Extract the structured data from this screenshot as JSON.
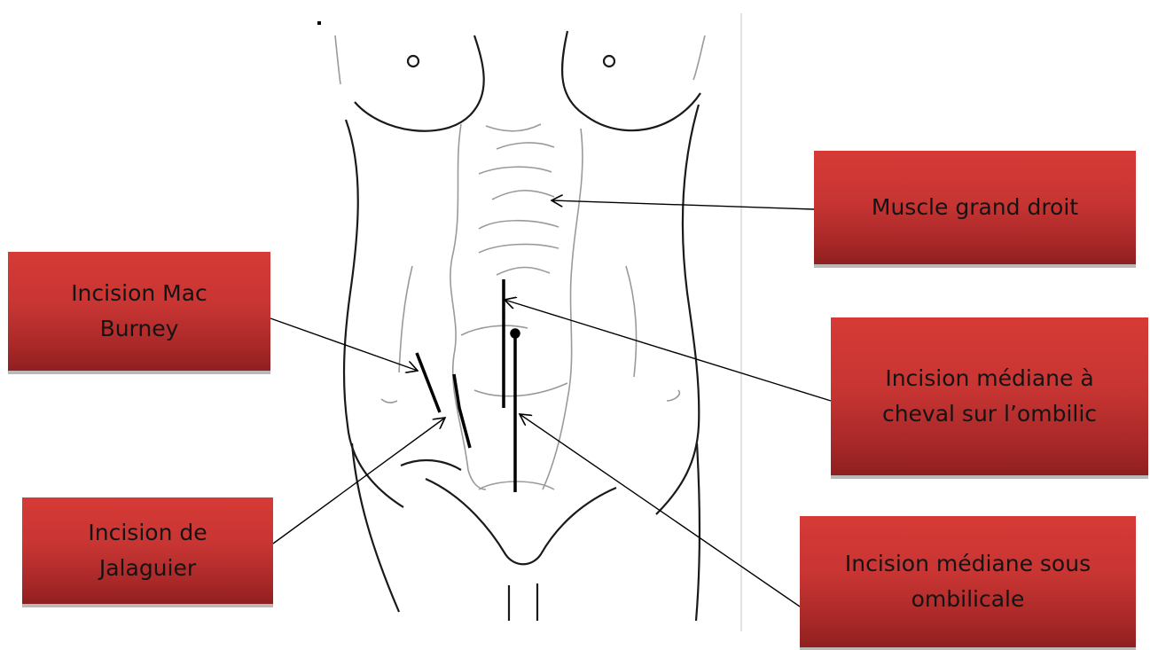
{
  "labels": {
    "muscle_grand_droit": "Muscle grand droit",
    "mac_burney": "Incision Mac Burney",
    "mediane_cheval": "Incision médiane à cheval sur l’ombilic",
    "jalaguier": "Incision de Jalaguier",
    "mediane_sous": "Incision médiane sous ombilicale"
  },
  "colors": {
    "label_fill": "#c73533",
    "label_fill_dark": "#8f1f1f",
    "label_shadow": "#b9b9b9",
    "outline": "#1a1a1a",
    "muscle_lines": "#9a9a9a",
    "divider": "#d9d9d9"
  }
}
